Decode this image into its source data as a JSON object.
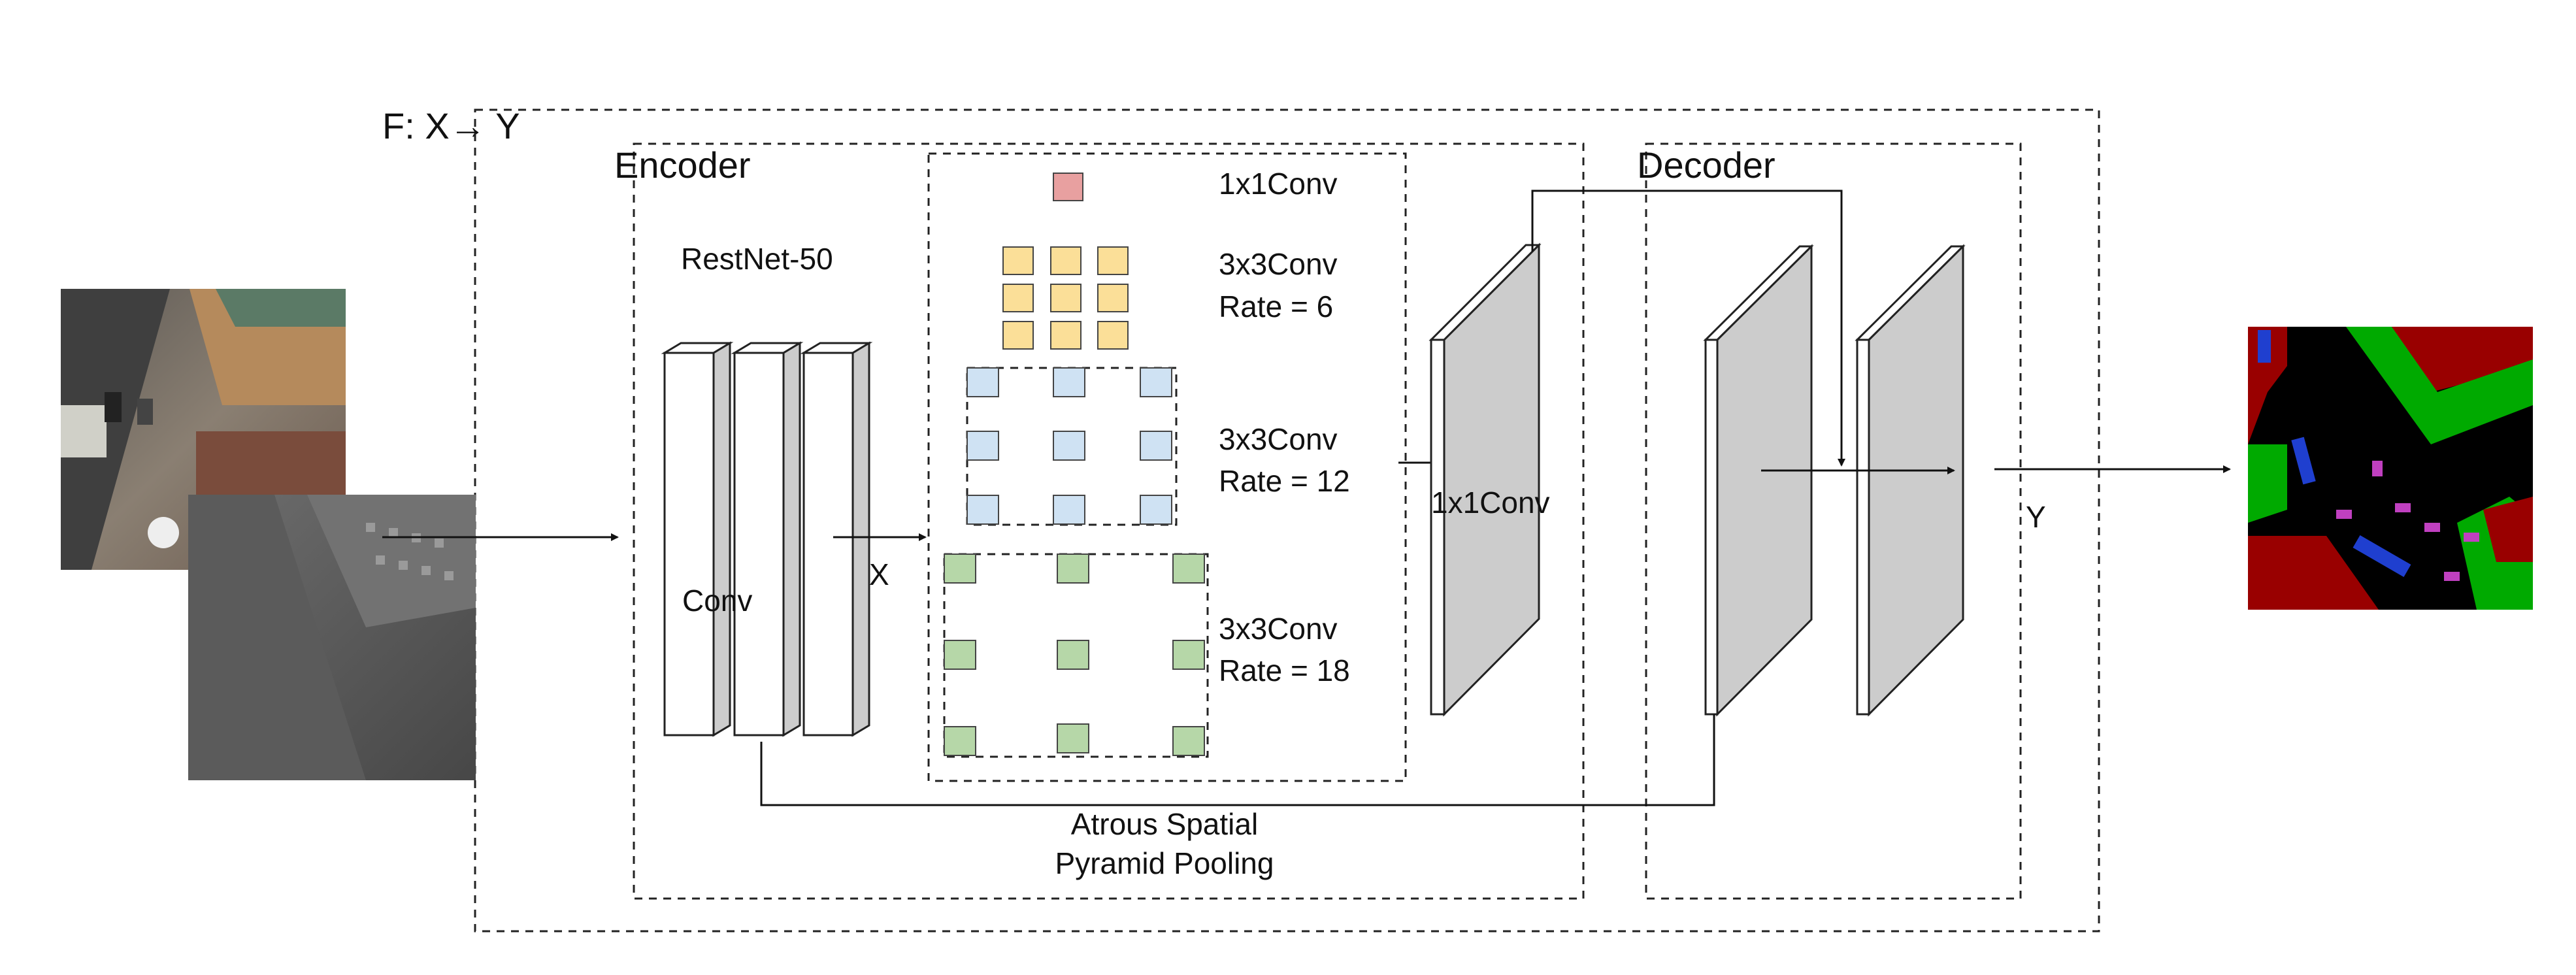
{
  "title": "F: X→ Y",
  "encoder": {
    "label": "Encoder",
    "backbone": "RestNet-50",
    "conv": "Conv",
    "x_label": "X"
  },
  "aspp": {
    "conv1": "1x1Conv",
    "conv2": "3x3Conv",
    "rate2": "Rate = 6",
    "conv3": "3x3Conv",
    "rate3": "Rate = 12",
    "conv4": "3x3Conv",
    "rate4": "Rate = 18",
    "caption_line1": "Atrous Spatial",
    "caption_line2": "Pyramid Pooling"
  },
  "middle": {
    "conv": "1x1Conv"
  },
  "decoder": {
    "label": "Decoder",
    "y_label": "Y"
  },
  "colors": {
    "red_kernel": "#e8a0a0",
    "yellow_kernel": "#fbdf98",
    "blue_kernel": "#cfe2f3",
    "green_kernel": "#b6d7a8",
    "panel_grey": "#cccccc",
    "seg_red": "#990000",
    "seg_green": "#00aa00",
    "seg_blue": "#1f3fcf",
    "seg_magenta": "#c040c0"
  }
}
